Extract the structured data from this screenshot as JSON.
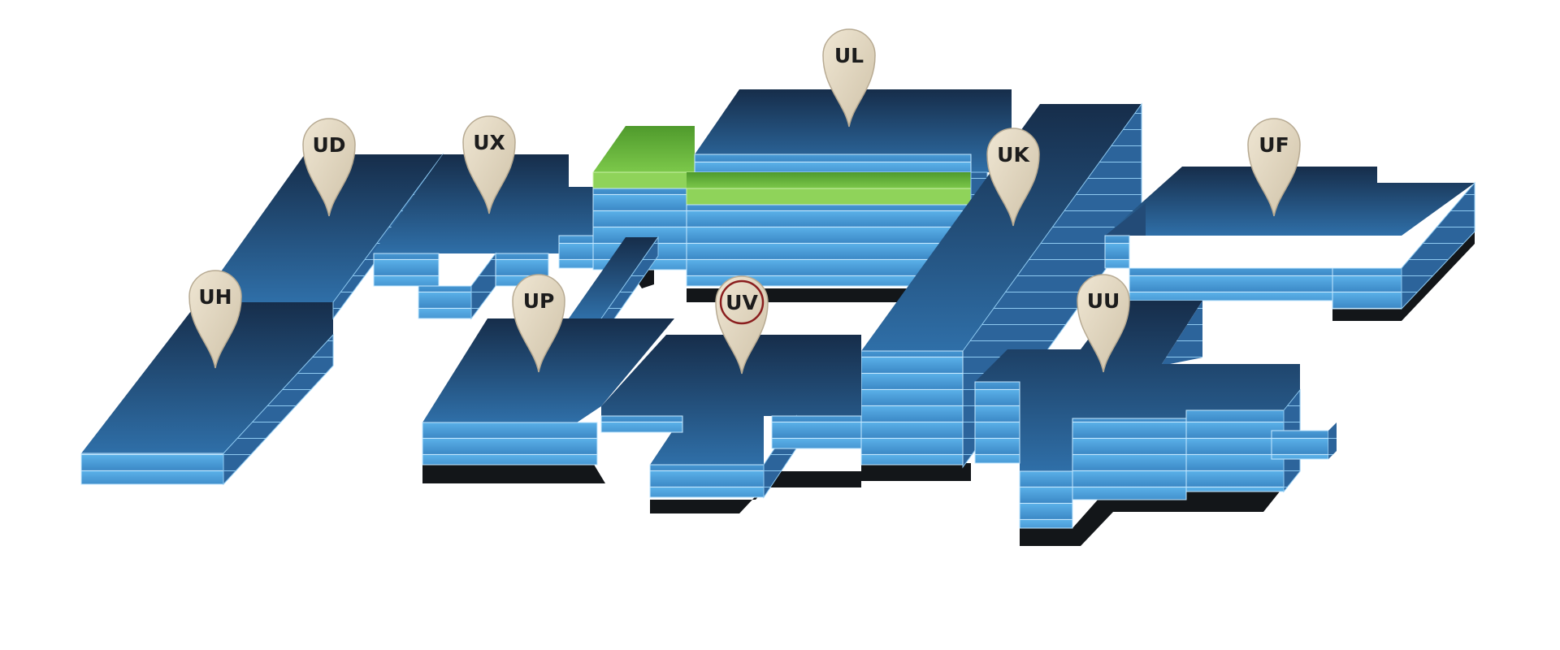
{
  "map": {
    "colors": {
      "roof_dark": "#1a3556",
      "roof_light": "#2f6fa8",
      "side_light": "#4aa0dc",
      "side_dark": "#2e6ea6",
      "floor_line": "#b9e3ff",
      "green_top": "#6fbf3f",
      "green_side": "#8fd35a",
      "shadow": "#111418",
      "pin_fill": "#e3d8c2",
      "pin_stroke": "#b7aa92",
      "pin_selected_ring": "#8a1e1e"
    },
    "buildings": [
      {
        "label": "UD",
        "selected": false,
        "pin_icon": "map-pin-icon"
      },
      {
        "label": "UX",
        "selected": false,
        "pin_icon": "map-pin-icon"
      },
      {
        "label": "UL",
        "selected": false,
        "pin_icon": "map-pin-icon"
      },
      {
        "label": "UK",
        "selected": false,
        "pin_icon": "map-pin-icon"
      },
      {
        "label": "UF",
        "selected": false,
        "pin_icon": "map-pin-icon"
      },
      {
        "label": "UH",
        "selected": false,
        "pin_icon": "map-pin-icon"
      },
      {
        "label": "UP",
        "selected": false,
        "pin_icon": "map-pin-icon"
      },
      {
        "label": "UV",
        "selected": true,
        "pin_icon": "map-pin-icon"
      },
      {
        "label": "UU",
        "selected": false,
        "pin_icon": "map-pin-icon"
      }
    ]
  }
}
